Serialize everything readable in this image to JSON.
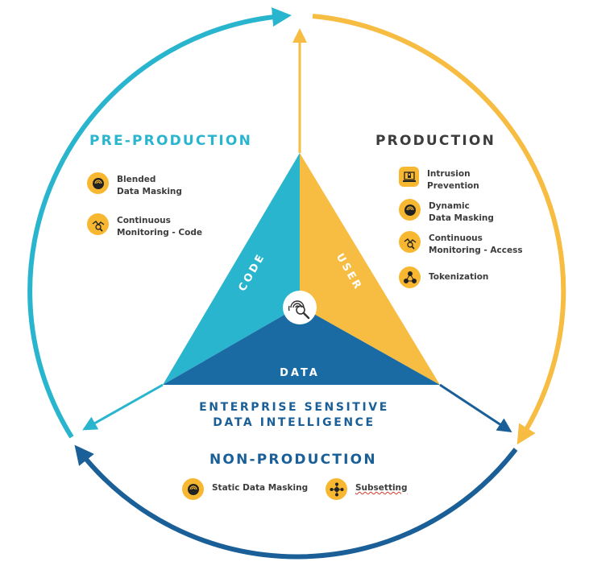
{
  "colors": {
    "teal": "#2ab5cf",
    "yellow": "#f7bd42",
    "navy": "#1a5f97",
    "dark_text": "#3c3c3c",
    "icon_bg": "#f7b731"
  },
  "sections": {
    "pre_production": {
      "title": "PRE-PRODUCTION",
      "items": [
        {
          "label": "Blended\nData Masking",
          "icon": "masking-icon"
        },
        {
          "label": "Continuous\nMonitoring - Code",
          "icon": "monitoring-icon"
        }
      ]
    },
    "production": {
      "title": "PRODUCTION",
      "items": [
        {
          "label": "Intrusion\nPrevention",
          "icon": "laptop-lock-icon"
        },
        {
          "label": "Dynamic\nData Masking",
          "icon": "masking-icon"
        },
        {
          "label": "Continuous\nMonitoring - Access",
          "icon": "monitoring-icon"
        },
        {
          "label": "Tokenization",
          "icon": "tokenization-icon"
        }
      ]
    },
    "non_production": {
      "title": "NON-PRODUCTION",
      "items": [
        {
          "label": "Static Data Masking",
          "icon": "masking-icon"
        },
        {
          "label": "Subsetting",
          "icon": "subsetting-icon"
        }
      ]
    }
  },
  "triangle": {
    "code_label": "CODE",
    "user_label": "USER",
    "data_label": "DATA",
    "center_icon": "fingerprint-search-icon"
  },
  "center_caption": {
    "line1": "ENTERPRISE SENSITIVE",
    "line2": "DATA INTELLIGENCE"
  }
}
